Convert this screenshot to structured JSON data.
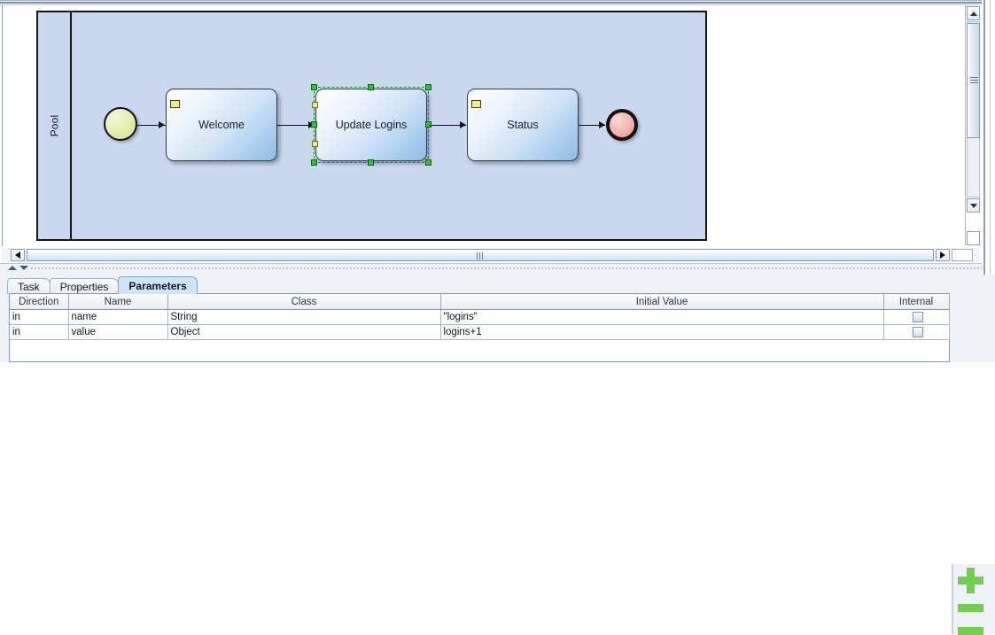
{
  "canvas": {
    "pool": {
      "label": "Pool"
    },
    "nodes": [
      {
        "id": "start",
        "type": "start-event",
        "label": ""
      },
      {
        "id": "welcome",
        "type": "task",
        "label": "Welcome"
      },
      {
        "id": "update",
        "type": "task",
        "label": "Update Logins",
        "selected": true
      },
      {
        "id": "status",
        "type": "task",
        "label": "Status"
      },
      {
        "id": "end",
        "type": "end-event",
        "label": ""
      }
    ],
    "colors": {
      "pool_fill": "#c9d8ef",
      "task_fill_light": "#ffffff",
      "task_fill_dark": "#8dbce8",
      "start_event": "#ccdd7e",
      "end_event": "#ef8f88",
      "selection": "#22cc22",
      "marker": "#f2ef7d"
    }
  },
  "scrollbars": {
    "vertical": {
      "up_icon": "triangle-up-icon",
      "down_icon": "triangle-down-icon"
    },
    "horizontal": {
      "left_icon": "triangle-left-icon",
      "right_icon": "triangle-right-icon"
    }
  },
  "splitter": {
    "collapse_up_icon": "triangle-up-icon",
    "collapse_down_icon": "triangle-down-icon"
  },
  "bottom_panel": {
    "tabs": [
      {
        "label": "Task",
        "active": false
      },
      {
        "label": "Properties",
        "active": false
      },
      {
        "label": "Parameters",
        "active": true
      }
    ],
    "table": {
      "columns": [
        "Direction",
        "Name",
        "Class",
        "Initial Value",
        "Internal"
      ],
      "rows": [
        {
          "direction": "in",
          "name": "name",
          "class": "String",
          "initial_value": "\"logins\"",
          "internal": false
        },
        {
          "direction": "in",
          "name": "value",
          "class": "Object",
          "initial_value": "logins+1",
          "internal": false
        }
      ]
    },
    "actions": [
      {
        "name": "add-parameter-button",
        "icon": "plus-icon",
        "color": "#6fd14a"
      },
      {
        "name": "remove-parameter-button",
        "icon": "minus-icon",
        "color": "#6fd14a"
      },
      {
        "name": "third-action-button",
        "icon": "bar-icon",
        "color": "#6fd14a"
      }
    ]
  }
}
